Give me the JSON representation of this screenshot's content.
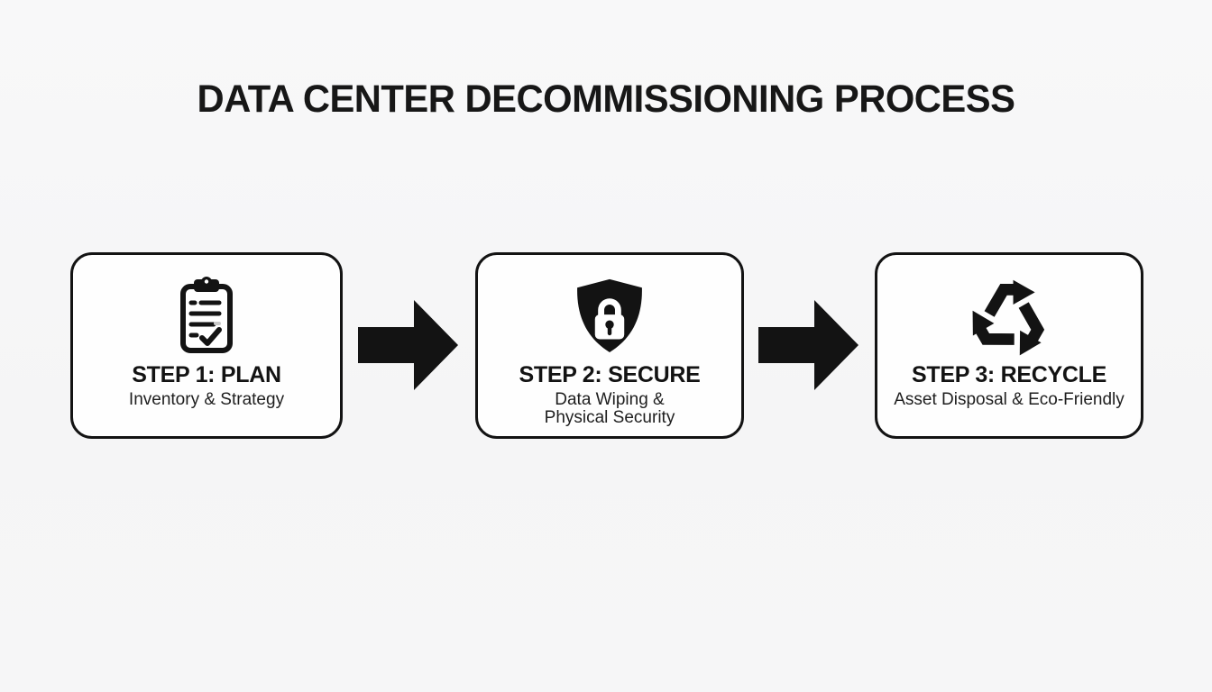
{
  "page": {
    "title": "DATA CENTER DECOMMISSIONING PROCESS",
    "background_color": "#f6f6f7",
    "ink_color": "#131313",
    "box_background": "#fefefe"
  },
  "steps": [
    {
      "title": "STEP 1: PLAN",
      "subtitle": "Inventory & Strategy",
      "icon": "clipboard-checklist-icon"
    },
    {
      "title": "STEP 2: SECURE",
      "subtitle": "Data Wiping &\nPhysical Security",
      "icon": "shield-lock-icon"
    },
    {
      "title": "STEP 3: RECYCLE",
      "subtitle": "Asset Disposal & Eco-Friendly",
      "icon": "recycle-icon"
    }
  ],
  "connectors": [
    {
      "name": "arrow-right"
    },
    {
      "name": "arrow-right"
    }
  ]
}
